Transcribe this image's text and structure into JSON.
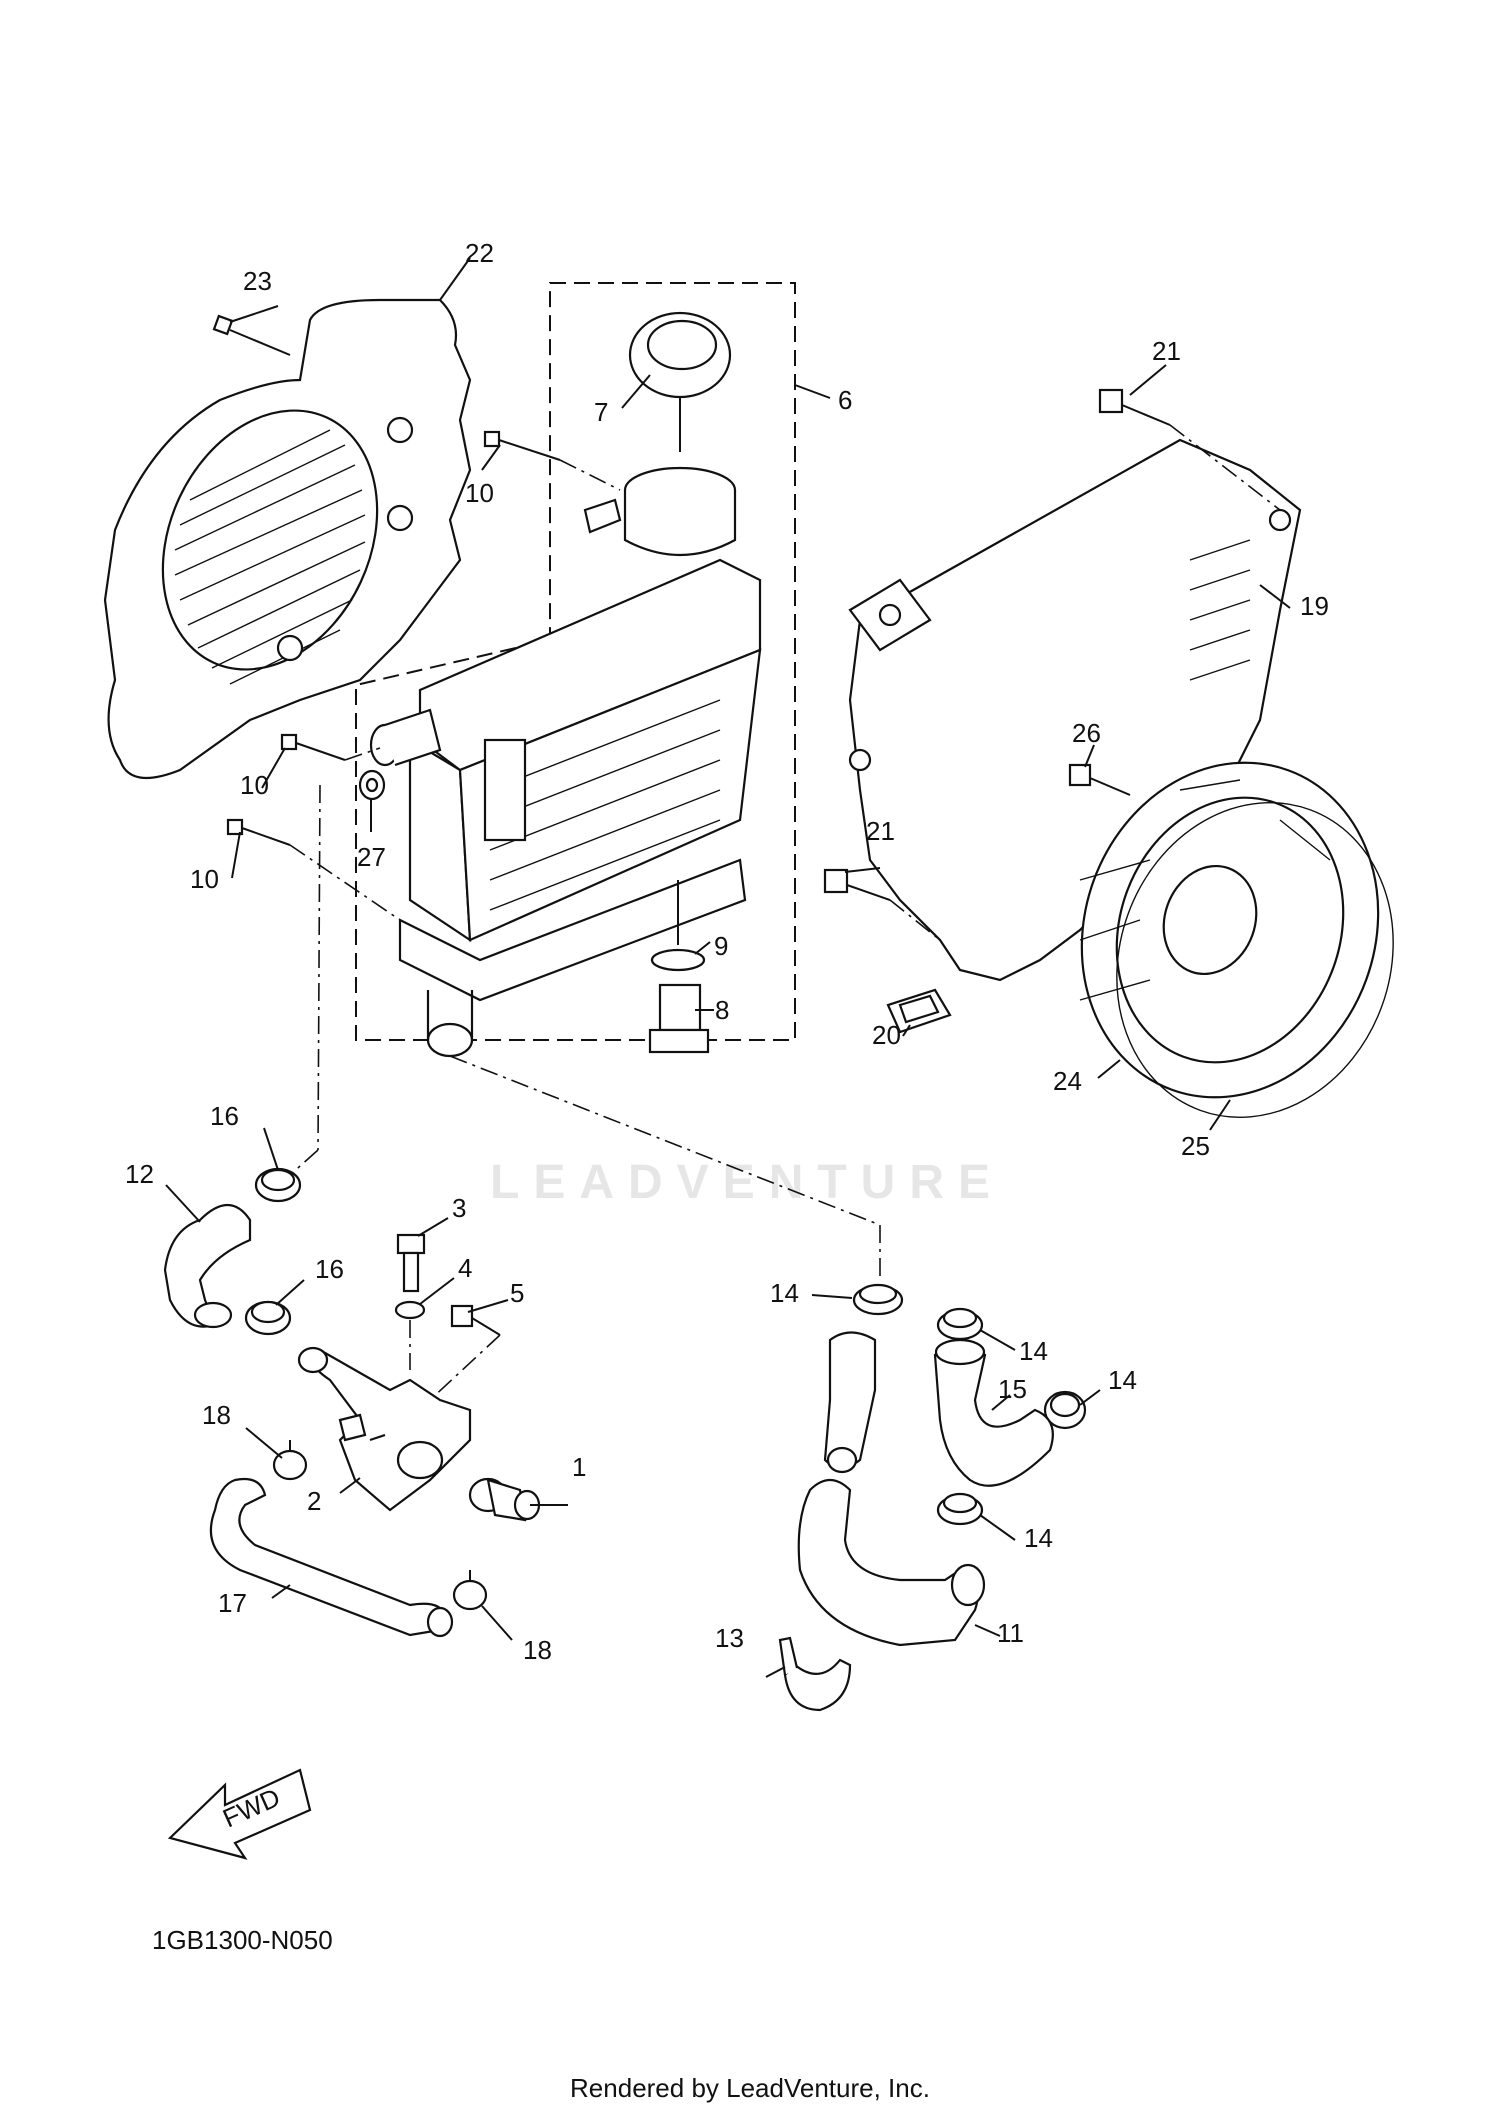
{
  "diagram": {
    "code": "1GB1300-N050",
    "footer": "Rendered by LeadVenture, Inc.",
    "watermark": "LEADVENTURE",
    "fwd_label": "FWD",
    "callouts": [
      {
        "id": "c1",
        "label": "1"
      },
      {
        "id": "c2",
        "label": "2"
      },
      {
        "id": "c3",
        "label": "3"
      },
      {
        "id": "c4",
        "label": "4"
      },
      {
        "id": "c5",
        "label": "5"
      },
      {
        "id": "c6",
        "label": "6"
      },
      {
        "id": "c7",
        "label": "7"
      },
      {
        "id": "c8",
        "label": "8"
      },
      {
        "id": "c9",
        "label": "9"
      },
      {
        "id": "c10a",
        "label": "10"
      },
      {
        "id": "c10b",
        "label": "10"
      },
      {
        "id": "c10c",
        "label": "10"
      },
      {
        "id": "c11",
        "label": "11"
      },
      {
        "id": "c12",
        "label": "12"
      },
      {
        "id": "c13",
        "label": "13"
      },
      {
        "id": "c14a",
        "label": "14"
      },
      {
        "id": "c14b",
        "label": "14"
      },
      {
        "id": "c14c",
        "label": "14"
      },
      {
        "id": "c14d",
        "label": "14"
      },
      {
        "id": "c15",
        "label": "15"
      },
      {
        "id": "c16a",
        "label": "16"
      },
      {
        "id": "c16b",
        "label": "16"
      },
      {
        "id": "c17",
        "label": "17"
      },
      {
        "id": "c18a",
        "label": "18"
      },
      {
        "id": "c18b",
        "label": "18"
      },
      {
        "id": "c19",
        "label": "19"
      },
      {
        "id": "c20",
        "label": "20"
      },
      {
        "id": "c21a",
        "label": "21"
      },
      {
        "id": "c21b",
        "label": "21"
      },
      {
        "id": "c22",
        "label": "22"
      },
      {
        "id": "c23",
        "label": "23"
      },
      {
        "id": "c24",
        "label": "24"
      },
      {
        "id": "c25",
        "label": "25"
      },
      {
        "id": "c26",
        "label": "26"
      },
      {
        "id": "c27",
        "label": "27"
      }
    ]
  }
}
